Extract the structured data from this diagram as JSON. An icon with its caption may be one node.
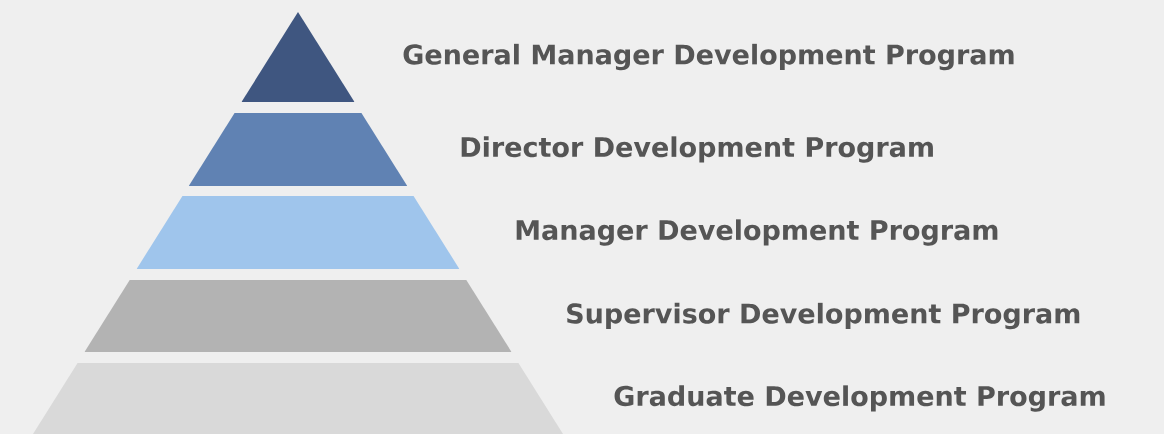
{
  "diagram": {
    "nodes": [
      {
        "text": [
          "General Manager Development Program"
        ]
      },
      {
        "text": [
          "Director Development Program"
        ]
      },
      {
        "text": [
          "Manager Development Program"
        ]
      },
      {
        "text": [
          "Supervisor Development Program"
        ]
      },
      {
        "text": [
          "Graduate Development Program"
        ]
      }
    ]
  }
}
